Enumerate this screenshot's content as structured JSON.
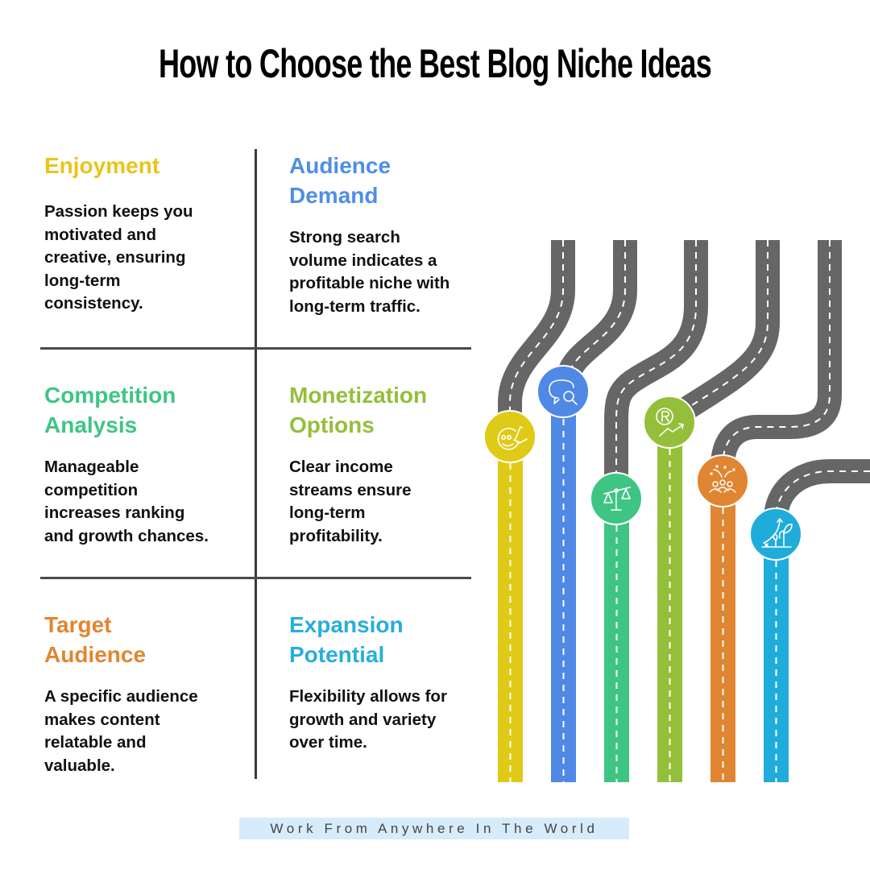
{
  "title": "How to Choose the Best Blog Niche Ideas",
  "cells": [
    {
      "heading_line1": "Enjoyment",
      "heading_line2": "",
      "body": [
        "Passion keeps you",
        "motivated and",
        "creative, ensuring",
        "long-term",
        "consistency."
      ],
      "color": "#e8c51a",
      "icon": "smiley-paintbrush-icon"
    },
    {
      "heading_line1": "Audience",
      "heading_line2": "Demand",
      "body": [
        "Strong search",
        "volume indicates a",
        "profitable niche with",
        "long-term traffic."
      ],
      "color": "#4f8ee8",
      "icon": "chat-search-icon"
    },
    {
      "heading_line1": "Competition",
      "heading_line2": "Analysis",
      "body": [
        "Manageable",
        "competition",
        "increases ranking",
        "and growth chances."
      ],
      "color": "#3ec584",
      "icon": "balance-scale-icon"
    },
    {
      "heading_line1": "Monetization",
      "heading_line2": "Options",
      "body": [
        "Clear income",
        "streams ensure",
        "long-term",
        "profitability."
      ],
      "color": "#94bf3a",
      "icon": "currency-growth-icon"
    },
    {
      "heading_line1": "Target",
      "heading_line2": "Audience",
      "body": [
        "A specific audience",
        "makes content",
        "relatable and",
        "valuable."
      ],
      "color": "#e2862f",
      "icon": "audience-celebration-icon"
    },
    {
      "heading_line1": "Expansion",
      "heading_line2": "Potential",
      "body": [
        "Flexibility allows for",
        "growth and variety",
        "over time."
      ],
      "color": "#27aedd",
      "icon": "plant-growth-icon"
    }
  ],
  "roads": {
    "asphalt_color": "#666666",
    "lanes": [
      {
        "name": "enjoyment",
        "color": "#dfca17"
      },
      {
        "name": "audience-demand",
        "color": "#4f88e5"
      },
      {
        "name": "competition-analysis",
        "color": "#3ec584"
      },
      {
        "name": "monetization-options",
        "color": "#94bf3a"
      },
      {
        "name": "target-audience",
        "color": "#e08532"
      },
      {
        "name": "expansion-potential",
        "color": "#20acdb"
      }
    ]
  },
  "footer": "Work From Anywhere In The World"
}
